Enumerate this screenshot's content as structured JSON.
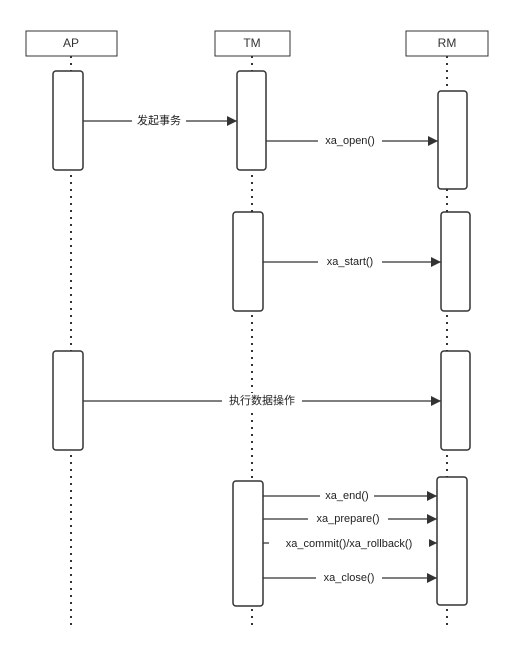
{
  "participants": [
    {
      "id": "ap",
      "label": "AP"
    },
    {
      "id": "tm",
      "label": "TM"
    },
    {
      "id": "rm",
      "label": "RM"
    }
  ],
  "messages": [
    {
      "id": "initiate-transaction",
      "from": "ap",
      "to": "tm",
      "label": "发起事务"
    },
    {
      "id": "xa-open",
      "from": "tm",
      "to": "rm",
      "label": "xa_open()"
    },
    {
      "id": "xa-start",
      "from": "tm",
      "to": "rm",
      "label": "xa_start()"
    },
    {
      "id": "execute-data-operation",
      "from": "ap",
      "to": "rm",
      "label": "执行数据操作"
    },
    {
      "id": "xa-end",
      "from": "tm",
      "to": "rm",
      "label": "xa_end()"
    },
    {
      "id": "xa-prepare",
      "from": "tm",
      "to": "rm",
      "label": "xa_prepare()"
    },
    {
      "id": "xa-commit-rollback",
      "from": "tm",
      "to": "rm",
      "label": "xa_commit()/xa_rollback()"
    },
    {
      "id": "xa-close",
      "from": "tm",
      "to": "rm",
      "label": "xa_close()"
    }
  ],
  "colors": {
    "stroke": "#333333",
    "background": "#ffffff"
  }
}
